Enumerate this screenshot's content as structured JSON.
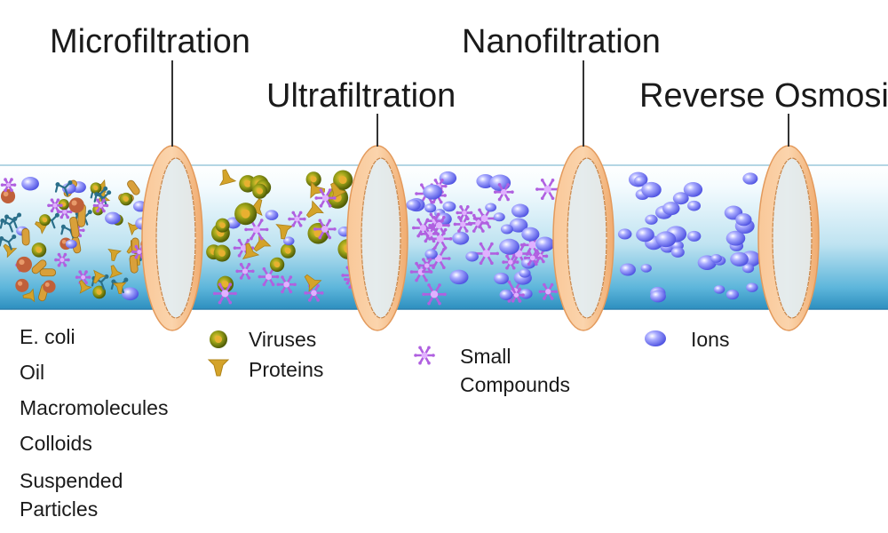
{
  "stages": [
    {
      "label": "Microfiltration"
    },
    {
      "label": "Ultrafiltration"
    },
    {
      "label": "Nanofiltration"
    },
    {
      "label": "Reverse Osmosis"
    }
  ],
  "legend": {
    "micro_items": [
      "E. coli",
      "Oil",
      "Macromolecules",
      "Colloids",
      "Suspended",
      "Particles"
    ],
    "ultra_items": [
      {
        "label": "Viruses",
        "icon": "virus-icon"
      },
      {
        "label": "Proteins",
        "icon": "protein-icon"
      }
    ],
    "nano_items": {
      "line1": "Small",
      "line2": "Compounds",
      "icon": "small-compound-icon"
    },
    "ro_items": {
      "label": "Ions",
      "icon": "ion-icon"
    }
  },
  "colors": {
    "ring": "#f7c08f",
    "ring_stroke": "#e8a060",
    "pipe_top": "#ffffff",
    "pipe_bottom": "#3ea4d0",
    "virus": "#7a8a10",
    "protein": "#d4a32a",
    "compound": "#b060e0",
    "ion": "#6a6ef0"
  }
}
